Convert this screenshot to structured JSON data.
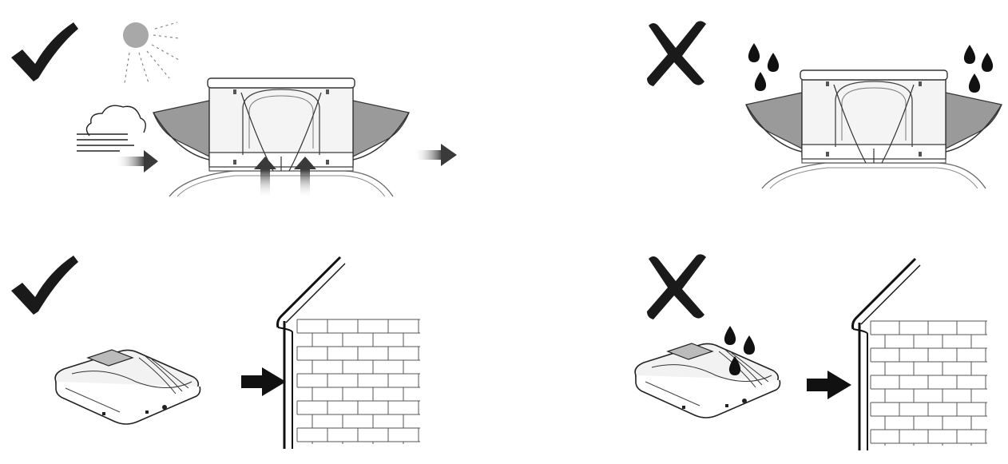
{
  "colors": {
    "ink": "#1a1a1a",
    "line": "#555555",
    "canvas_fill": "#9a9a9a",
    "sun_fill": "#a8a8a8",
    "tent_fill": "#f4f4f4",
    "background": "#ffffff"
  },
  "panels": [
    {
      "verdict": "check",
      "scene": "open-tent-sun-wind-ventilation"
    },
    {
      "verdict": "cross",
      "scene": "open-tent-rain"
    },
    {
      "verdict": "check",
      "scene": "closed-tent-stored-by-wall"
    },
    {
      "verdict": "cross",
      "scene": "closed-tent-wet-stored-by-wall"
    }
  ],
  "icons": [
    "check-mark-icon",
    "cross-mark-icon",
    "sun-icon",
    "wind-cloud-icon",
    "rain-drop-icon",
    "arrow-right-icon",
    "arrow-up-icon",
    "brick-wall-icon",
    "roof-tent-icon"
  ]
}
